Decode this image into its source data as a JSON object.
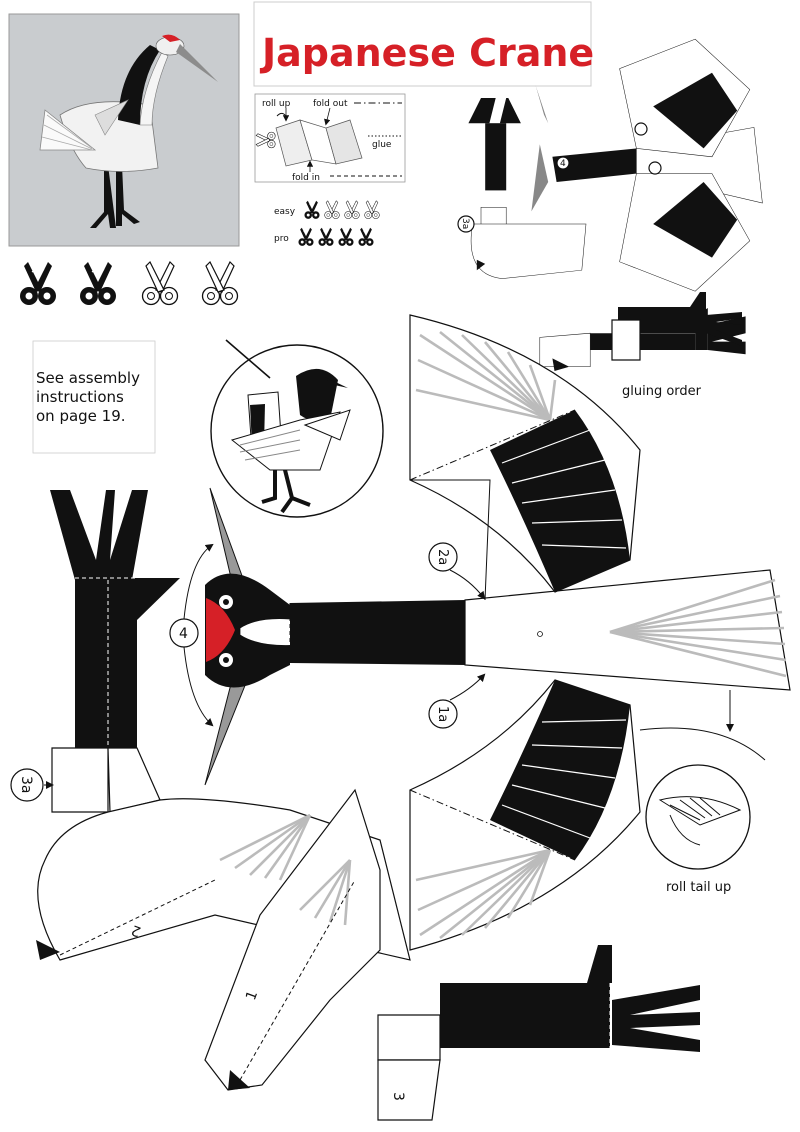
{
  "title": "Japanese Crane",
  "legend": {
    "roll_up": "roll up",
    "fold_out": "fold out",
    "glue": "glue",
    "fold_in": "fold in"
  },
  "difficulty": {
    "easy_label": "easy",
    "pro_label": "pro",
    "rating_filled": 2,
    "rating_total": 4
  },
  "note": {
    "line1": "See assembly",
    "line2": "instructions",
    "line3": "on page 19."
  },
  "captions": {
    "gluing_order": "gluing order",
    "roll_tail_up": "roll tail up"
  },
  "part_numbers": {
    "p1": "1",
    "p1a": "1a",
    "p2": "2",
    "p2a": "2a",
    "p3": "3",
    "p3a": "3a",
    "p4": "4"
  },
  "colors": {
    "title": "#d62027",
    "crown": "#d62027",
    "ink": "#111111",
    "feather": "#bbbbbb",
    "photo_bg": "#c9cccf"
  },
  "icons": {
    "scissors": "scissors-icon",
    "arrow": "arrow-icon"
  }
}
